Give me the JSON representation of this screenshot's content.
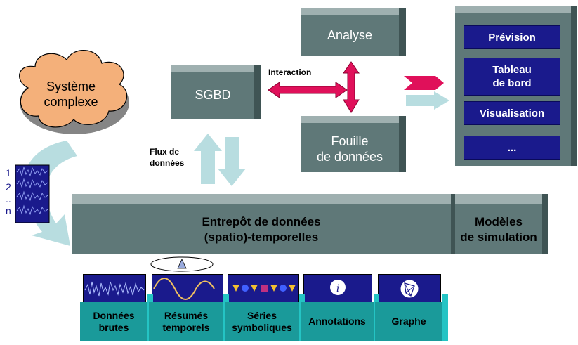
{
  "nodes": {
    "analyse": "Analyse",
    "sgbd": "SGBD",
    "fouille_l1": "Fouille",
    "fouille_l2": "de données",
    "systeme_l1": "Système",
    "systeme_l2": "complexe",
    "entrepot_l1": "Entrepôt de données",
    "entrepot_l2": "(spatio)-temporelles",
    "modeles_l1": "Modèles",
    "modeles_l2": "de simulation"
  },
  "labels": {
    "interaction": "Interaction",
    "flux_l1": "Flux de",
    "flux_l2": "données"
  },
  "outputs": {
    "items": [
      {
        "l1": "Prévision",
        "l2": ""
      },
      {
        "l1": "Tableau",
        "l2": "de bord"
      },
      {
        "l1": "Visualisation",
        "l2": ""
      },
      {
        "l1": "...",
        "l2": ""
      }
    ]
  },
  "series_index": [
    "1",
    "2",
    "..",
    "n"
  ],
  "categories": [
    {
      "l1": "Données",
      "l2": "brutes"
    },
    {
      "l1": "Résumés",
      "l2": "temporels"
    },
    {
      "l1": "Séries",
      "l2": "symboliques"
    },
    {
      "l1": "Annotations",
      "l2": ""
    },
    {
      "l1": "Graphe",
      "l2": ""
    }
  ],
  "colors": {
    "box_front": "#5f7878",
    "box_top": "#9fb0b0",
    "arrow_red": "#e0105a",
    "arrow_light": "#b8dde0",
    "navy": "#1a1a8c",
    "cloud": "#f4b07a",
    "teal": "#1a9a9a"
  }
}
